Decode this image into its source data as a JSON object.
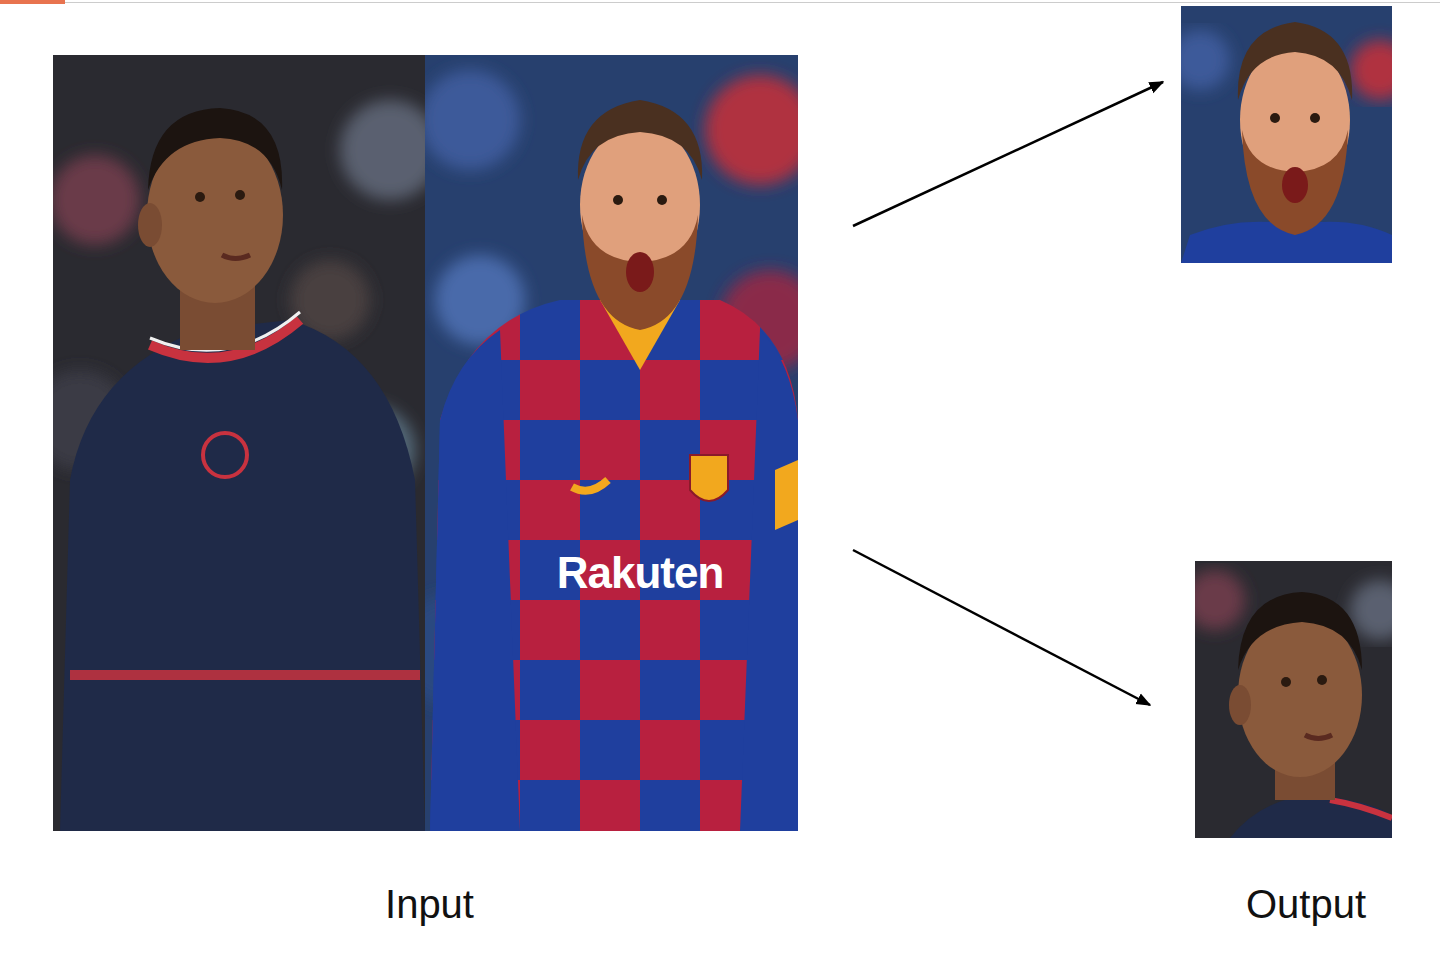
{
  "diagram": {
    "nodes": [
      {
        "text": [
          "Input"
        ]
      },
      {
        "text": [
          "Output"
        ]
      }
    ],
    "edges": [
      {
        "from": 0,
        "to": 1,
        "arrow": "to"
      },
      {
        "from": 0,
        "to": 1,
        "arrow": "to"
      }
    ],
    "labels": [
      "Rakuten"
    ]
  }
}
